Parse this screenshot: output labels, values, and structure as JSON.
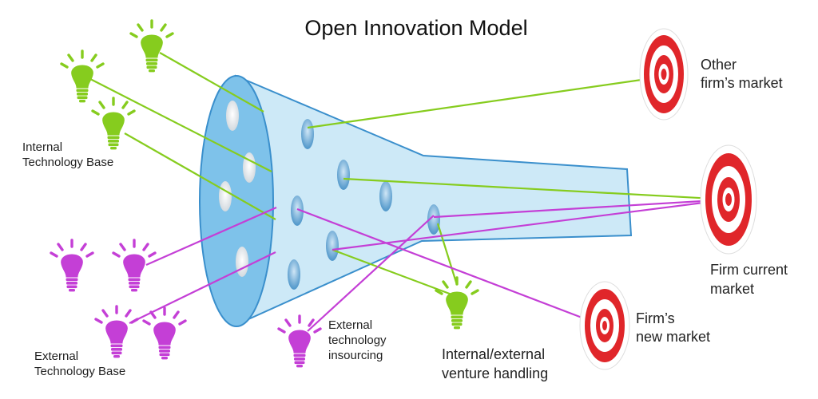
{
  "title": "Open Innovation Model",
  "labels": {
    "internal_base": "Internal\nTechnology Base",
    "external_base": "External\nTechnology Base",
    "insourcing": "External\ntechnology\ninsourcing",
    "venture": "Internal/external\nventure handling",
    "other_market": "Other\nfirm’s market",
    "current_market": "Firm current\nmarket",
    "new_market": "Firm’s\nnew market"
  },
  "colors": {
    "internal_idea": "#86cc1e",
    "external_idea": "#c43fd6",
    "funnel_fill": "#cde9f7",
    "funnel_mouth": "#7ec2ea",
    "funnel_stroke": "#3a8fcc",
    "target_red": "#e0262a"
  },
  "icons": {
    "idea": "lightbulb-icon",
    "market": "target-icon"
  }
}
